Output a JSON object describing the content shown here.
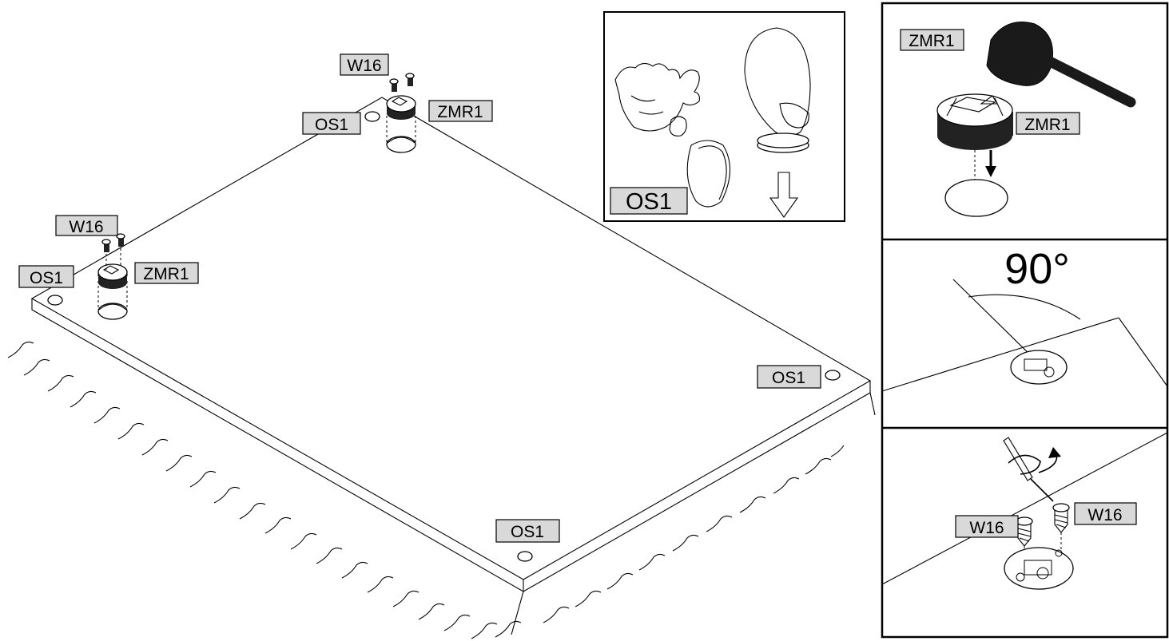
{
  "labels": {
    "w16": "W16",
    "zmr1": "ZMR1",
    "os1": "OS1",
    "angle": "90°"
  },
  "icons": [
    "panel-drawing",
    "cam-fitting-icon",
    "screw-icon",
    "felt-pad-icon",
    "hammer-icon",
    "screwdriver-icon",
    "arrow-down-icon"
  ]
}
